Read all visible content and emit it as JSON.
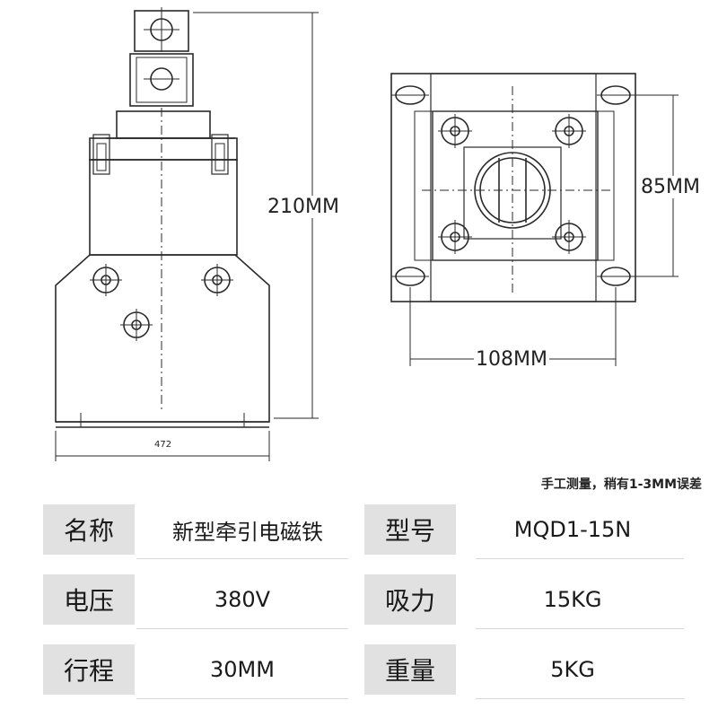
{
  "dimensions": {
    "height_label": "210MM",
    "inner_height_label": "85MM",
    "width_label": "108MM",
    "base_label": "472"
  },
  "note": "手工测量，稍有1-3MM误差",
  "specs": [
    {
      "label1": "名称",
      "value1": "新型牵引电磁铁",
      "label2": "型号",
      "value2": "MQD1-15N"
    },
    {
      "label1": "电压",
      "value1": "380V",
      "label2": "吸力",
      "value2": "15KG"
    },
    {
      "label1": "行程",
      "value1": "30MM",
      "label2": "重量",
      "value2": "5KG"
    }
  ],
  "colors": {
    "line": "#2a2a2a",
    "label_bg": "#e1e1e1"
  }
}
